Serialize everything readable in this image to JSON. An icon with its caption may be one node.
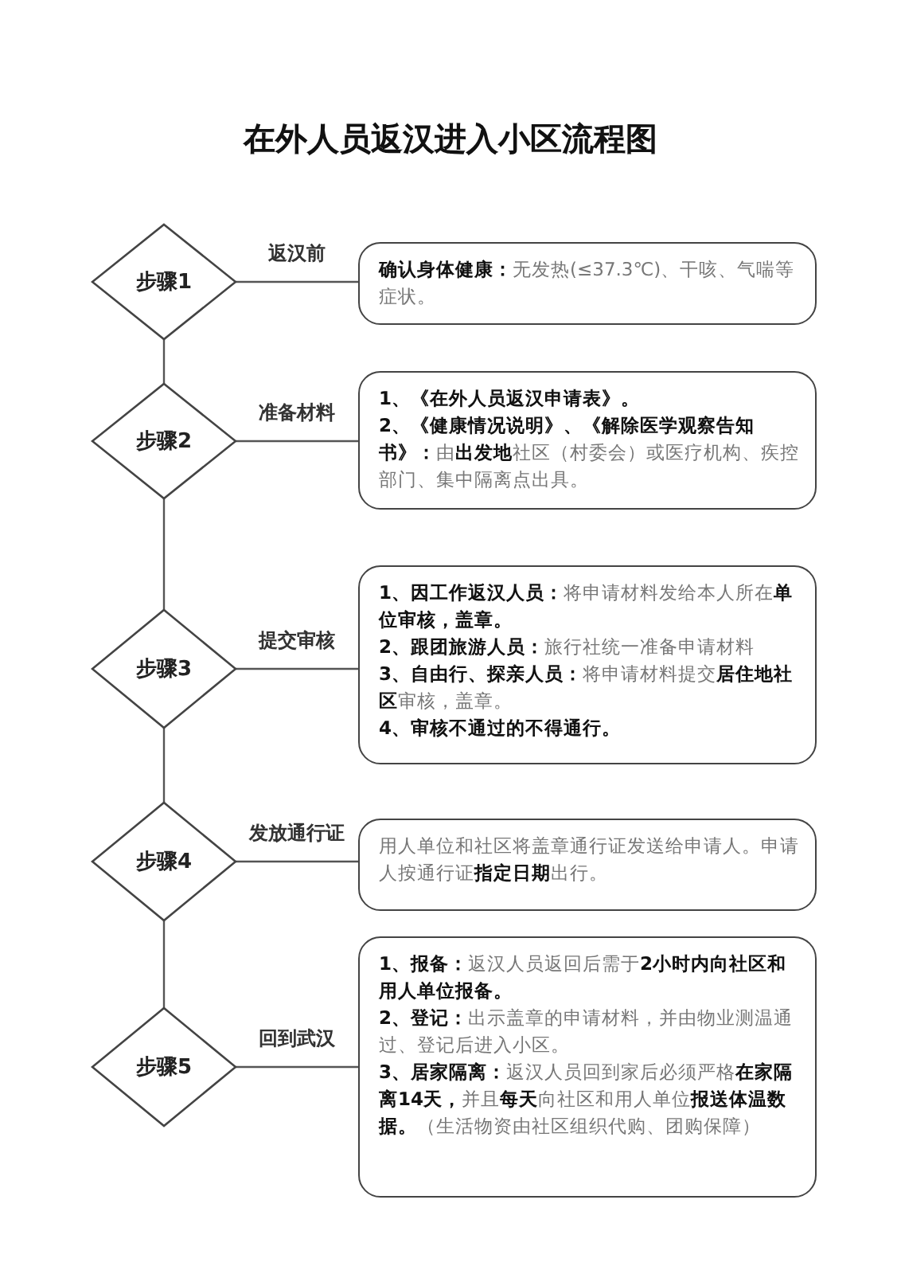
{
  "diagram": {
    "title": "在外人员返汉进入小区流程图",
    "nodes": [
      {
        "text": [
          "步骤1"
        ]
      },
      {
        "text": [
          "步骤2"
        ]
      },
      {
        "text": [
          "步骤3"
        ]
      },
      {
        "text": [
          "步骤4"
        ]
      },
      {
        "text": [
          "步骤5"
        ]
      },
      {
        "text": [
          "**确认身体健康：**无发热(≤37.3℃)、干咳、气喘等症状。"
        ]
      },
      {
        "text": [
          "**1、《在外人员返汉申请表》。**",
          "**2、《健康情况说明》、《解除医学观察告知书》：**由**出发地**社区（村委会）或医疗机构、疾控部门、集中隔离点出具。"
        ]
      },
      {
        "text": [
          "**1、因工作返汉人员：**将申请材料发给本人所在**单位审核，盖章。**",
          "**2、跟团旅游人员：**旅行社统一准备申请材料",
          "**3、自由行、探亲人员：**将申请材料提交**居住地社区**审核，盖章。",
          "**4、审核不通过的不得通行。**"
        ]
      },
      {
        "text": [
          "用人单位和社区将盖章通行证发送给申请人。申请人按通行证**指定日期**出行。"
        ]
      },
      {
        "text": [
          "**1、报备：**返汉人员返回后需于**2小时内向社区和用人单位报备。**",
          "**2、登记：**出示盖章的申请材料，并由物业测温通过、登记后进入小区。",
          "**3、居家隔离：**返汉人员回到家后必须严格**在家隔离14天，**并且**每天**向社区和用人单位**报送体温数据。**（生活物资由社区组织代购、团购保障）"
        ]
      }
    ],
    "edges": [
      {
        "from": 0,
        "to": 5,
        "arrow": "none",
        "label": "返汉前"
      },
      {
        "from": 0,
        "to": 1,
        "arrow": "none"
      },
      {
        "from": 1,
        "to": 6,
        "arrow": "none",
        "label": "准备材料"
      },
      {
        "from": 1,
        "to": 2,
        "arrow": "none"
      },
      {
        "from": 2,
        "to": 7,
        "arrow": "none",
        "label": "提交审核"
      },
      {
        "from": 2,
        "to": 3,
        "arrow": "none"
      },
      {
        "from": 3,
        "to": 8,
        "arrow": "none",
        "label": "发放通行证"
      },
      {
        "from": 3,
        "to": 4,
        "arrow": "none"
      },
      {
        "from": 4,
        "to": 9,
        "arrow": "none",
        "label": "回到武汉"
      }
    ]
  }
}
